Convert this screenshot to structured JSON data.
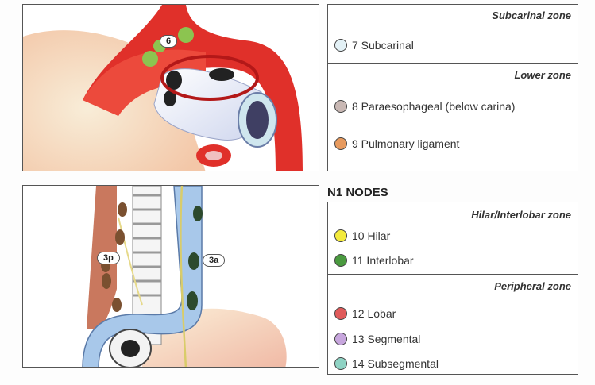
{
  "diagram": {
    "top_labels": {
      "node6": "6"
    },
    "bottom_labels": {
      "node3p": "3p",
      "node3a": "3a"
    }
  },
  "legend_top": {
    "zones": [
      {
        "title": "Subcarinal zone",
        "items": [
          {
            "label": "7 Subcarinal",
            "color": "#e3f1f6"
          }
        ]
      },
      {
        "title": "Lower zone",
        "items": [
          {
            "label": "8 Paraesophageal (below carina)",
            "color": "#c9b8b4"
          },
          {
            "label": "9 Pulmonary ligament",
            "color": "#e79a5e"
          }
        ]
      }
    ]
  },
  "n1_heading": "N1 NODES",
  "legend_bottom": {
    "zones": [
      {
        "title": "Hilar/Interlobar zone",
        "items": [
          {
            "label": "10 Hilar",
            "color": "#f3ea3c"
          },
          {
            "label": "11 Interlobar",
            "color": "#4a9a3f"
          }
        ]
      },
      {
        "title": "Peripheral zone",
        "items": [
          {
            "label": "12 Lobar",
            "color": "#e05a5a"
          },
          {
            "label": "13 Segmental",
            "color": "#c7a6dd"
          },
          {
            "label": "14 Subsegmental",
            "color": "#8fd3c4"
          }
        ]
      }
    ]
  }
}
